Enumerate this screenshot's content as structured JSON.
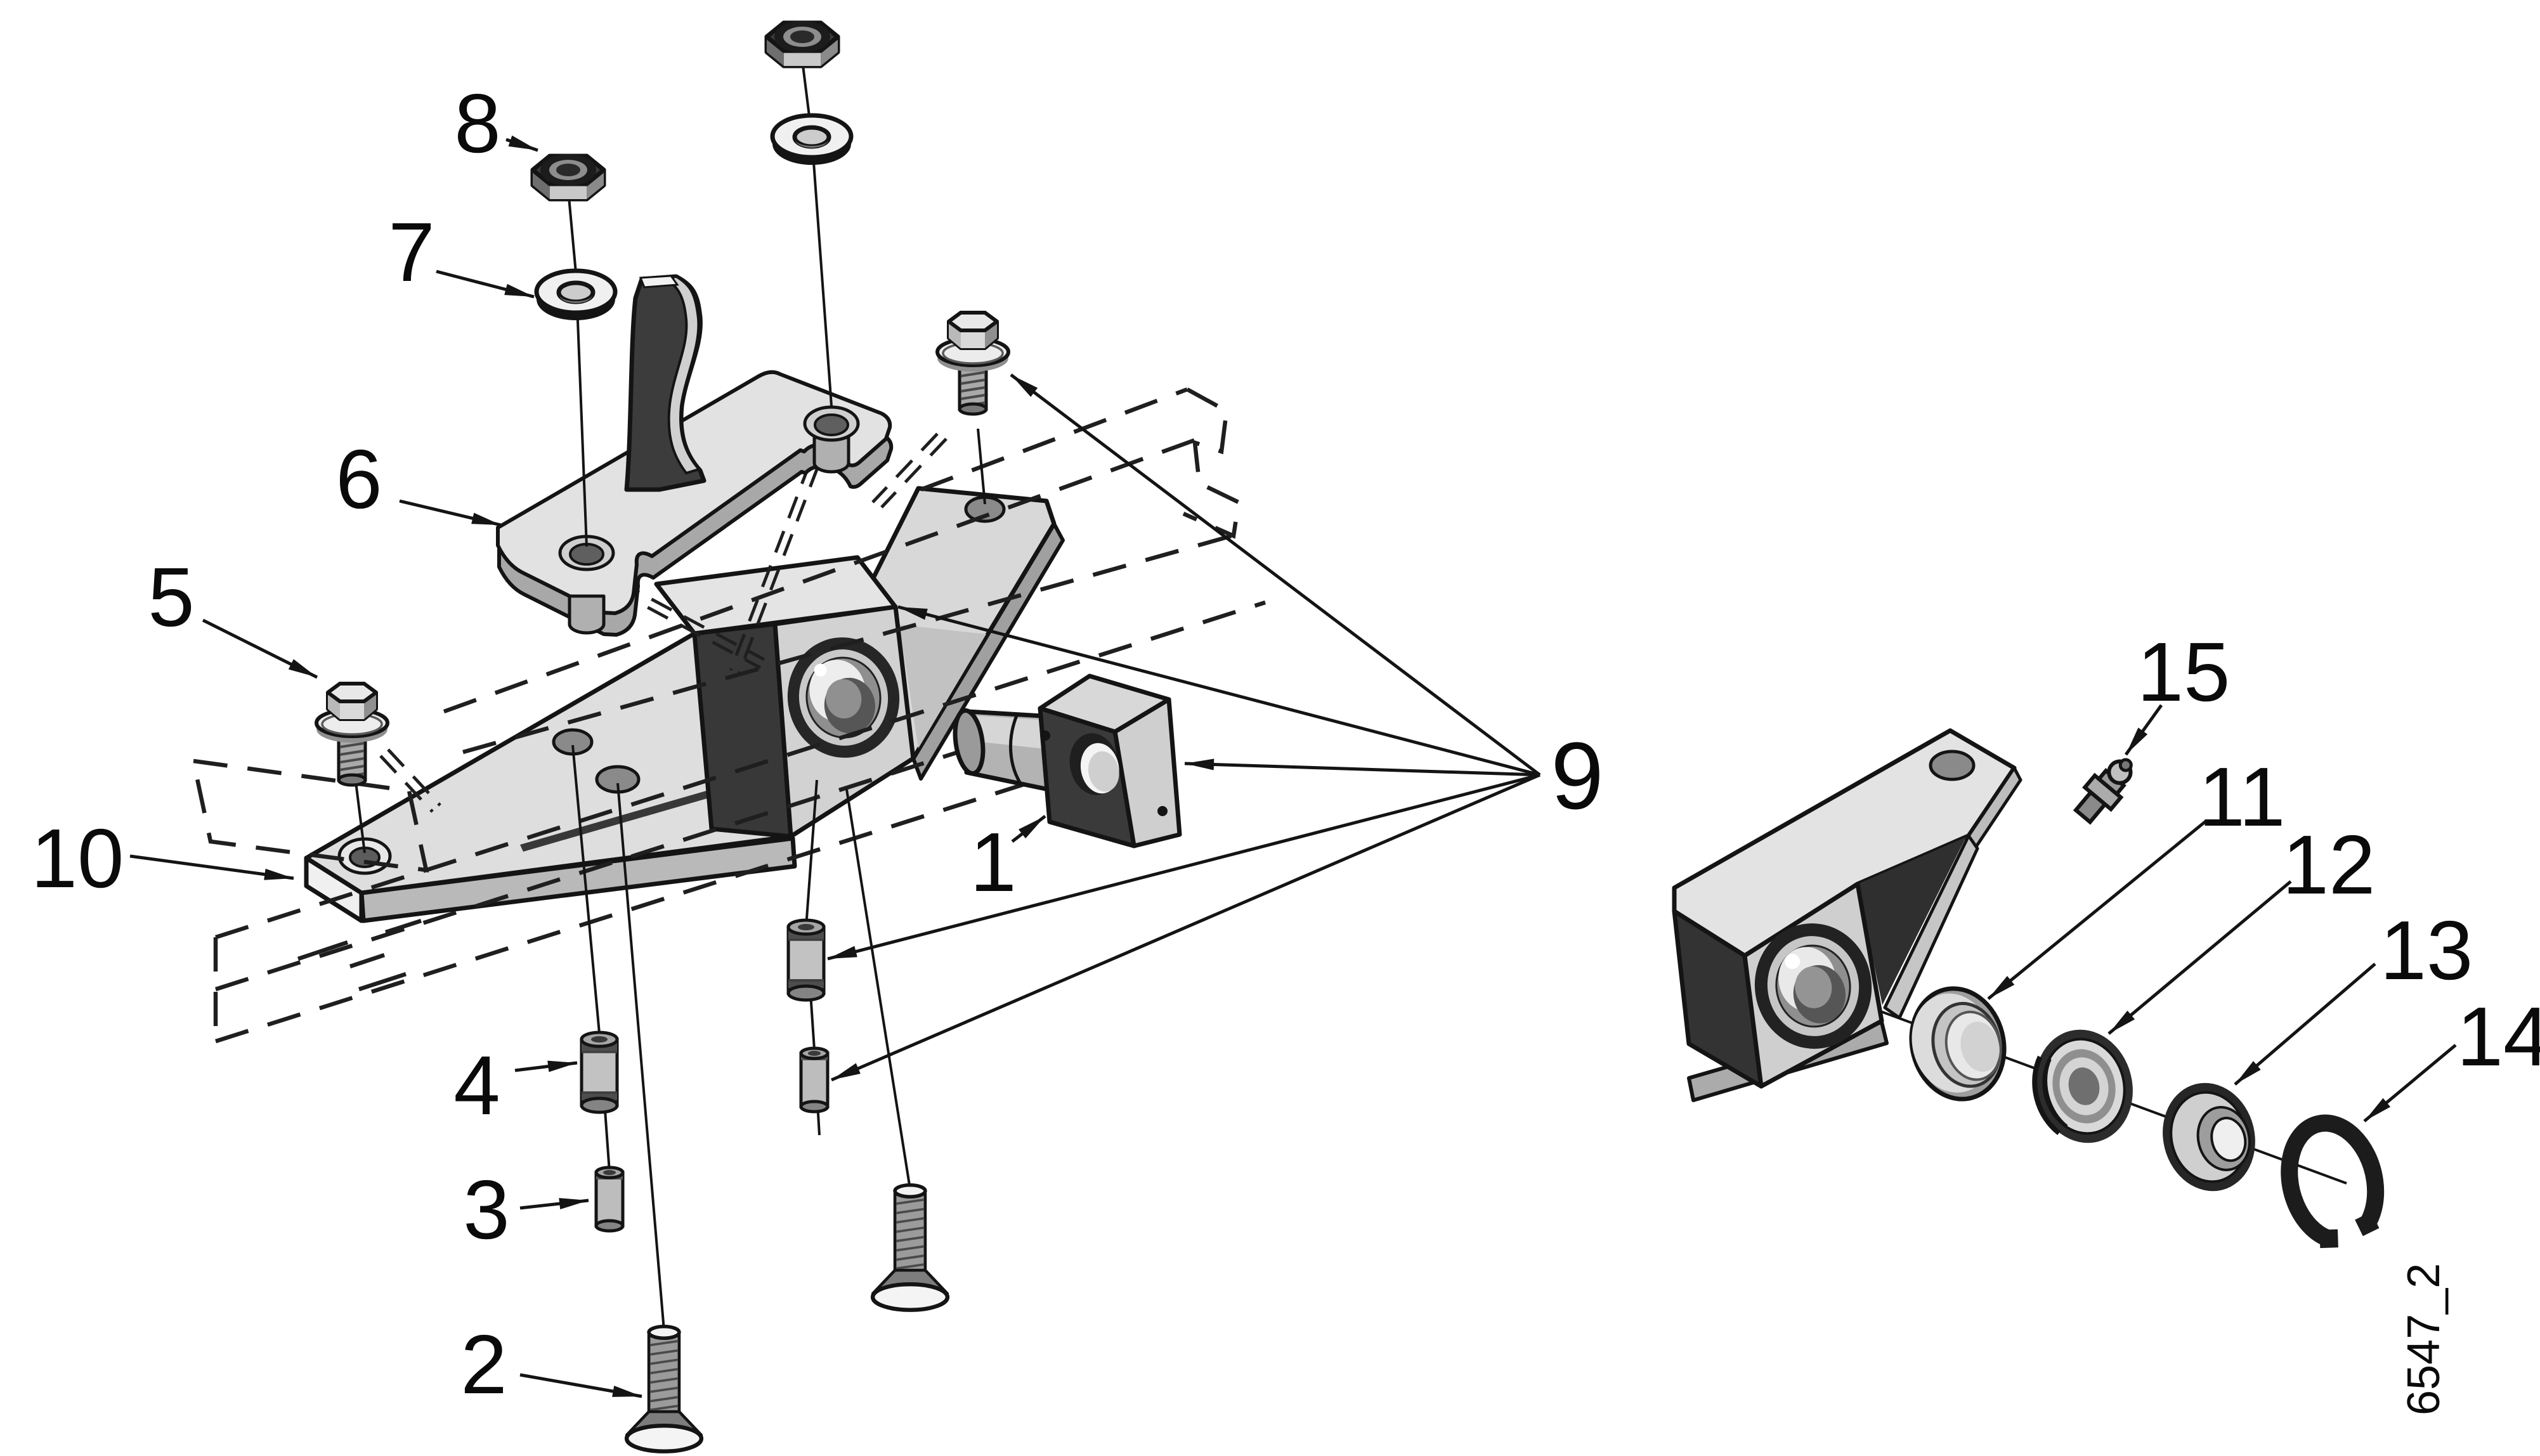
{
  "document": {
    "kind": "exploded-parts-diagram",
    "background_color": "#ffffff",
    "line_color": "#141414",
    "drawing_number": "6547_2"
  },
  "labels": [
    "1",
    "2",
    "3",
    "4",
    "5",
    "6",
    "7",
    "8",
    "9",
    "10",
    "11",
    "12",
    "13",
    "14",
    "15"
  ]
}
